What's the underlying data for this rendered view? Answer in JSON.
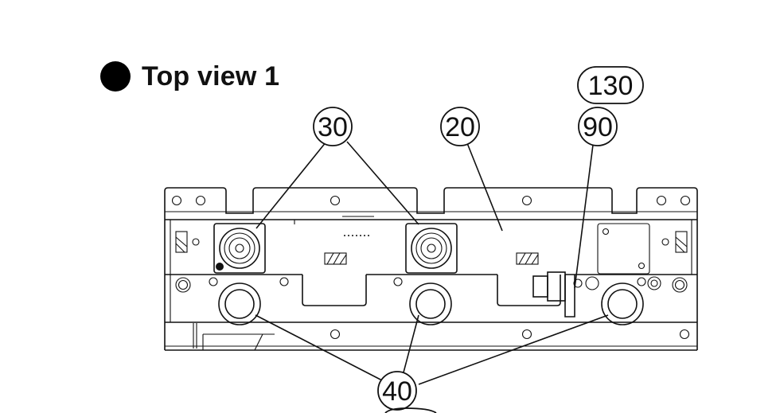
{
  "title": "Top view 1",
  "callouts": {
    "c30": "30",
    "c20": "20",
    "c130": "130",
    "c90": "90",
    "c40": "40"
  },
  "colors": {
    "ink": "#111111",
    "background": "#ffffff"
  }
}
